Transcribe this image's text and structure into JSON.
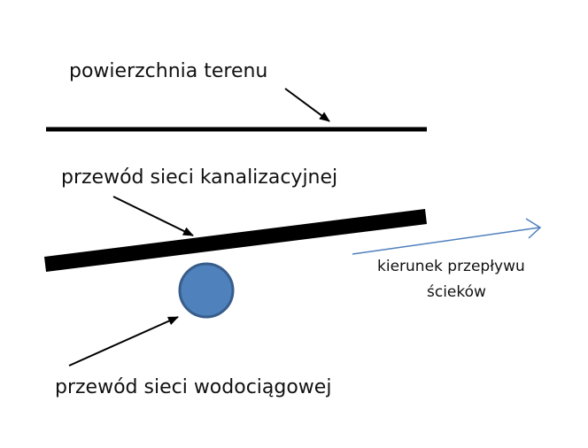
{
  "labels": {
    "ground_surface": "powierzchnia terenu",
    "sewer_pipe": "przewód sieci kanalizacyjnej",
    "flow_direction_line1": "kierunek przepływu",
    "flow_direction_line2": "ścieków",
    "water_pipe": "przewód sieci wodociągowej"
  },
  "colors": {
    "line": "#000000",
    "water_pipe_fill": "#4f81bd",
    "water_pipe_stroke": "#385d8a",
    "flow_arrow": "#4f81bd"
  }
}
